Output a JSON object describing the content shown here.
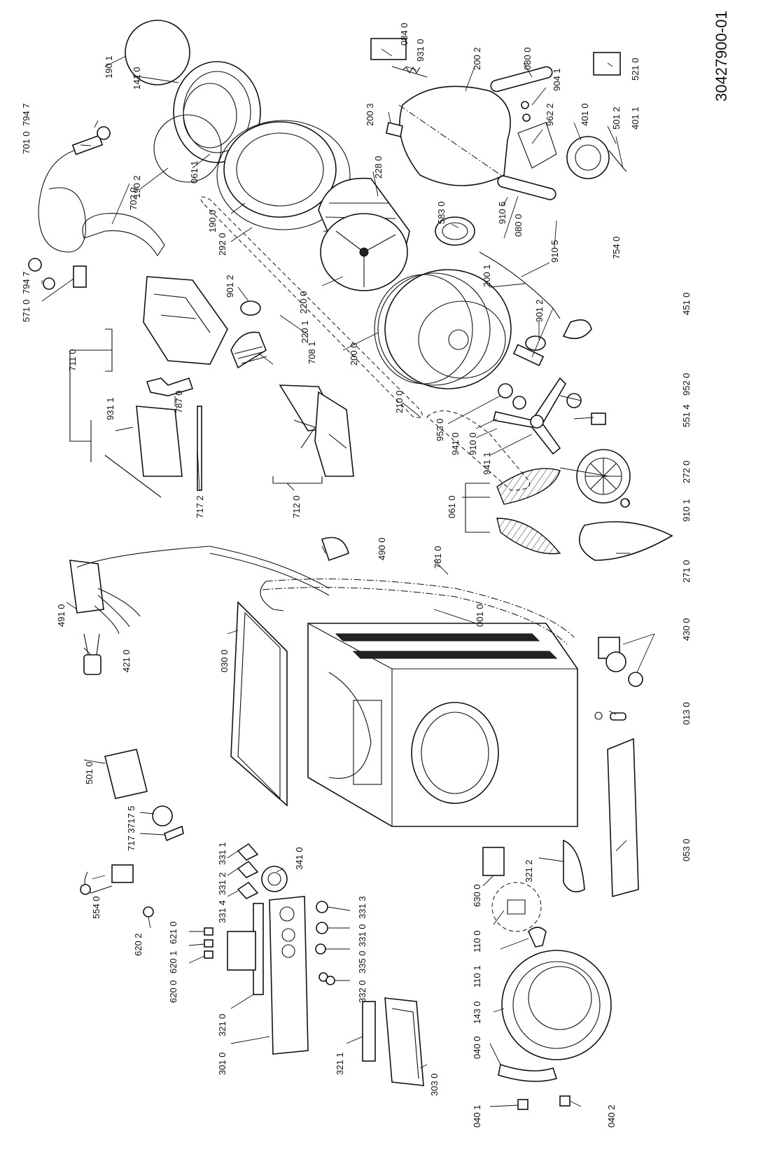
{
  "document_number": "30427900-01",
  "callouts": {
    "c1901": "190 1",
    "c1410": "141 0",
    "c1902": "190 2",
    "c0611": "061 1",
    "c7947a": "794 7",
    "c7010": "701 0",
    "c7020": "702 0",
    "c7947b": "794 7",
    "c5710": "571 0",
    "c1900": "190 0",
    "c2920": "292 0",
    "c2280": "228 0",
    "c2200": "220 0",
    "c0840": "084 0",
    "c9310": "931 0",
    "c2002": "200 2",
    "c0800a": "080 0",
    "c5210": "521 0",
    "c9041": "904 1",
    "c9622": "962 2",
    "c4010": "401 0",
    "c5012": "501 2",
    "c4011": "401 1",
    "c2003": "200 3",
    "c9105a": "910 5",
    "c0800b": "080 0",
    "c9105b": "910 5",
    "c5830": "583 0",
    "c7540": "754 0",
    "c2001": "200 1",
    "c9012b": "901 2",
    "c4510": "451 0",
    "c9012a": "901 2",
    "c2201": "220 1",
    "c7081": "708 1",
    "c2000": "200 0",
    "c7110": "711 0",
    "c9311": "931 1",
    "c7870": "787 0",
    "c7172": "717 2",
    "c7120": "712 0",
    "c2100": "210 0",
    "c9530": "953 0",
    "c9410": "941 0",
    "c9100": "910 0",
    "c9411": "941 1",
    "c9520": "952 0",
    "c5514": "551 4",
    "c2720": "272 0",
    "c9101": "910 1",
    "c0610": "061 0",
    "c2710": "271 0",
    "c4900": "490 0",
    "c7810": "781 0",
    "c4910": "491 0",
    "c4210": "421 0",
    "c0300": "030 0",
    "c0010": "001 0",
    "c4300": "430 0",
    "c0130": "013 0",
    "c0530": "053 0",
    "c5010": "501 0",
    "c7175": "717 5",
    "c7173": "717 3",
    "c5540": "554 0",
    "c3311": "331 1",
    "c3312": "331 2",
    "c3314": "331 4",
    "c3410": "341 0",
    "c3313": "331 3",
    "c3310": "331 0",
    "c3350": "335 0",
    "c3320": "332 0",
    "c6202": "620 2",
    "c6210": "621 0",
    "c6201": "620 1",
    "c6200": "620 0",
    "c3210": "321 0",
    "c3010": "301 0",
    "c3211": "321 1",
    "c3030": "303 0",
    "c6300": "630 0",
    "c3212": "321 2",
    "c1100": "110 0",
    "c1101": "110 1",
    "c1430": "143 0",
    "c0400": "040 0",
    "c0401": "040 1",
    "c0402": "040 2"
  }
}
